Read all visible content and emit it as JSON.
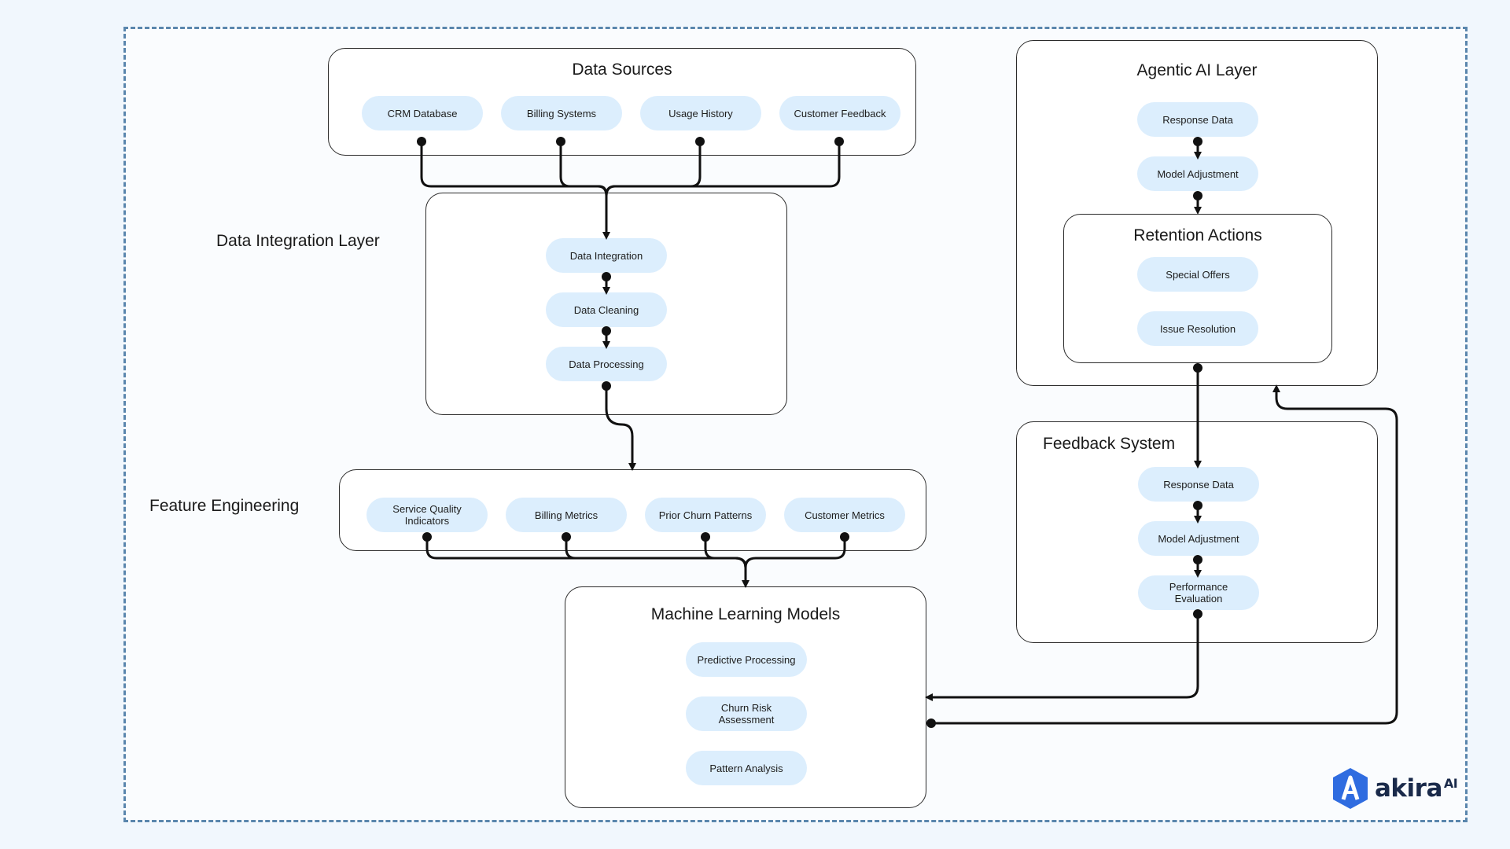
{
  "data_sources": {
    "title": "Data Sources",
    "items": [
      "CRM Database",
      "Billing Systems",
      "Usage History",
      "Customer Feedback"
    ]
  },
  "data_integration": {
    "label": "Data Integration Layer",
    "items": [
      "Data Integration",
      "Data Cleaning",
      "Data Processing"
    ]
  },
  "feature_engineering": {
    "label": "Feature Engineering",
    "items": [
      [
        "Service Quality",
        "Indicators"
      ],
      "Billing Metrics",
      "Prior Churn Patterns",
      "Customer Metrics"
    ]
  },
  "ml_models": {
    "title": "Machine Learning Models",
    "items": [
      "Predictive Processing",
      "Churn Risk Assessment",
      "Pattern Analysis"
    ]
  },
  "agentic_ai": {
    "title": "Agentic AI Layer",
    "items": [
      "Response Data",
      "Model Adjustment"
    ]
  },
  "retention_actions": {
    "title": "Retention Actions",
    "items": [
      "Special Offers",
      "Issue Resolution"
    ]
  },
  "feedback_system": {
    "title": "Feedback System",
    "items": [
      "Response Data",
      "Model Adjustment",
      "Performance Evaluation"
    ]
  },
  "logo": {
    "text": "akira",
    "suffix": "AI"
  },
  "colors": {
    "pill": "#dceefd",
    "border_dashed": "#5a86ad",
    "line": "#111111",
    "logo_blue": "#2f6ce0"
  }
}
